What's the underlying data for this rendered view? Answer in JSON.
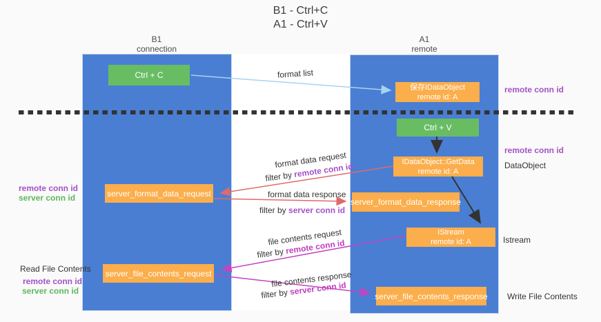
{
  "title": {
    "line1": "B1 - Ctrl+C",
    "line2": "A1 - Ctrl+V"
  },
  "lanes": {
    "b1": {
      "title": "B1",
      "subtitle": "connection"
    },
    "a1": {
      "title": "A1",
      "subtitle": "remote"
    }
  },
  "nodes": {
    "ctrl_c": {
      "label": "Ctrl + C"
    },
    "ctrl_v": {
      "label": "Ctrl + V"
    },
    "save_idataobject": {
      "line1": "保存IDataObject",
      "line2": "remote id: A"
    },
    "getdata": {
      "line1": "IDataObject::GetData",
      "line2": "remote id: A"
    },
    "istream": {
      "line1": "IStream",
      "line2": "remote id: A"
    },
    "server_format_data_request": {
      "label": "server_format_data_request"
    },
    "server_format_data_response": {
      "label": "server_format_data_response"
    },
    "server_file_contents_request": {
      "label": "server_file_contents_request"
    },
    "server_file_contents_response": {
      "label": "server_file_contents_response"
    }
  },
  "flow_labels": {
    "format_list": "format list",
    "format_data_request": "format data request",
    "format_data_response": "format data response",
    "file_contents_request": "file contents request",
    "file_contents_response": "file contents response",
    "filter_by": "filter by ",
    "remote_conn_id": "remote conn id",
    "server_conn_id": "server conn id"
  },
  "right_labels": {
    "remote_conn_id_top": "remote conn id",
    "remote_conn_id_mid": "remote conn id",
    "dataobject": "DataObject",
    "istream": "Istream",
    "write_file_contents": "Write File Contents"
  },
  "left_labels": {
    "remote_conn_id_top": "remote conn id",
    "server_conn_id_top": "server conn id",
    "read_file_contents": "Read File Contents",
    "remote_conn_id_bottom": "remote conn id",
    "server_conn_id_bottom": "server conn id"
  },
  "colors": {
    "lane_blue": "#4a7ed3",
    "node_orange": "#fbae4b",
    "node_green": "#68bd63",
    "arrow_red": "#e06a6a",
    "arrow_magenta": "#c343c3",
    "arrow_light_blue": "#a6d3f2",
    "arrow_black": "#333333",
    "text_purple": "#a352c5",
    "text_magenta": "#c03ec0",
    "text_green": "#5cb85c"
  }
}
